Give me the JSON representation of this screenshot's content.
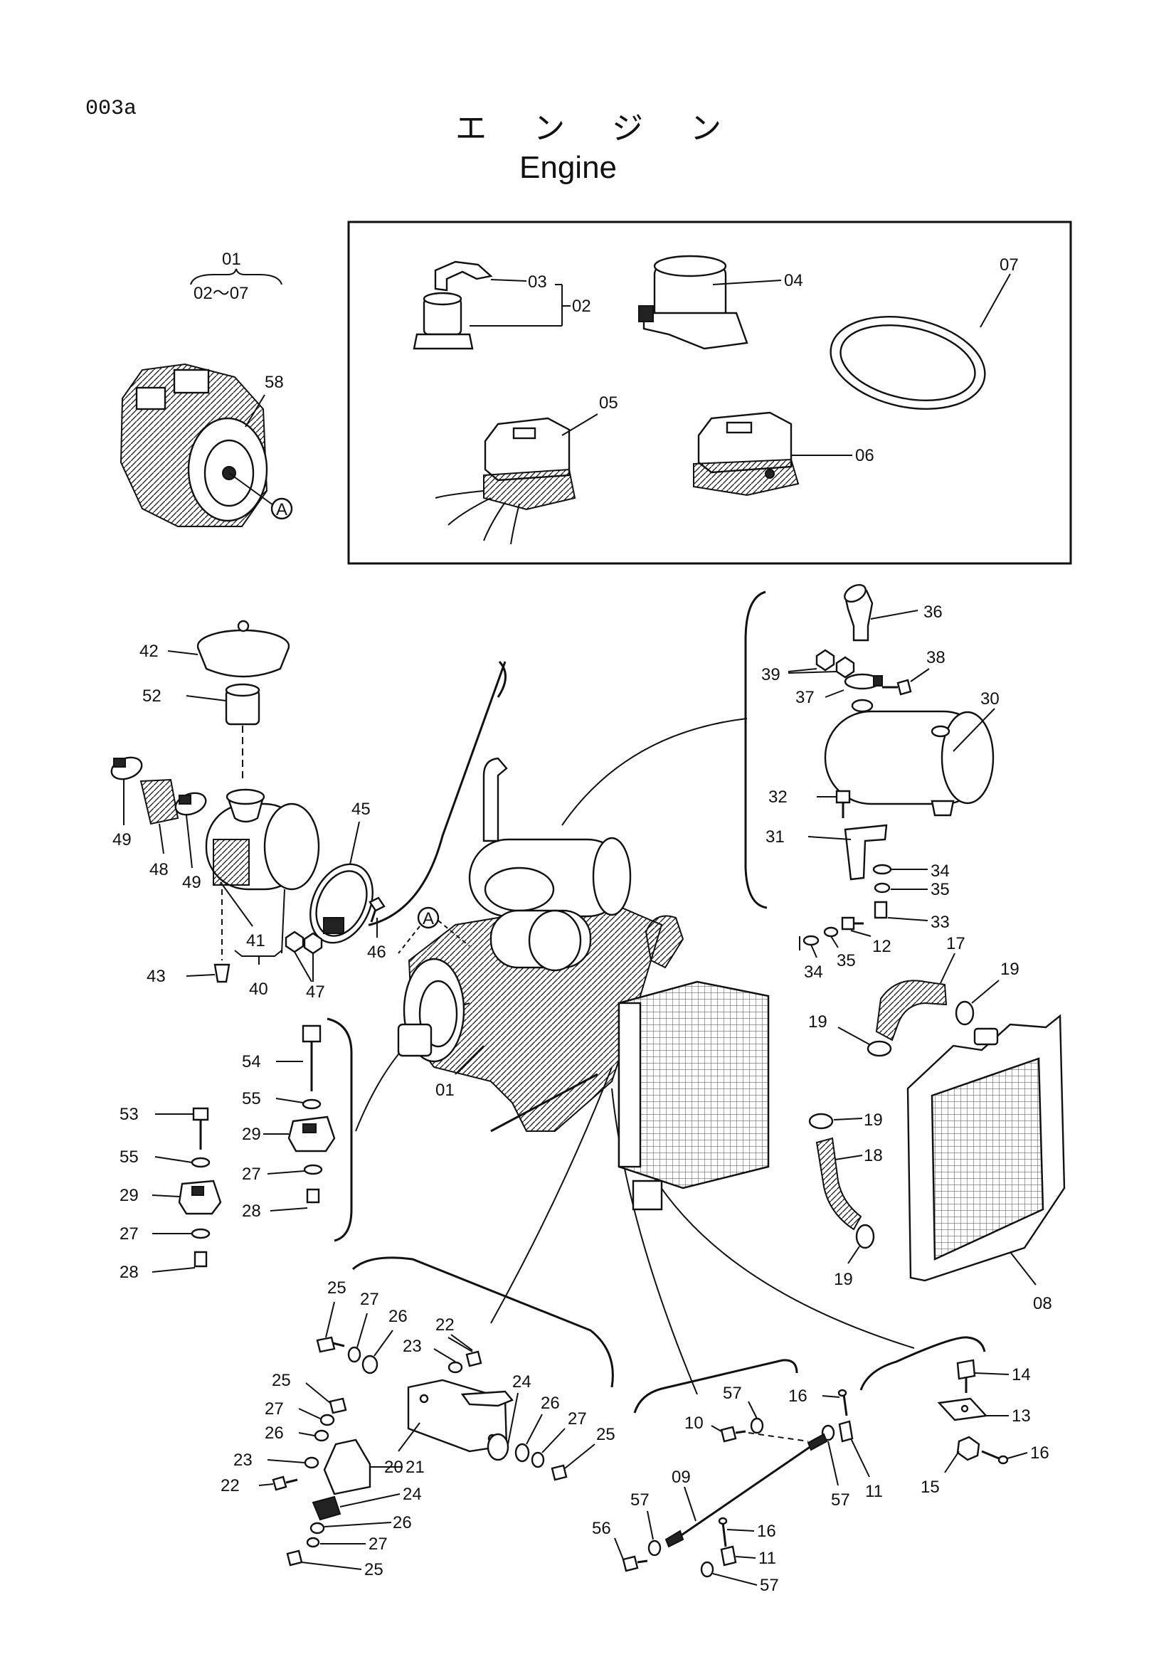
{
  "page": {
    "code": "003a"
  },
  "title": {
    "japanese": "エ ン ジ ン",
    "english": "Engine"
  },
  "assembly_note": {
    "top": "01",
    "bottom": "02〜07"
  },
  "callout_mark": "A",
  "labels": {
    "p01": "01",
    "p02": "02",
    "p03": "03",
    "p04": "04",
    "p05": "05",
    "p06": "06",
    "p07": "07",
    "p08": "08",
    "p09": "09",
    "p10": "10",
    "p11a": "11",
    "p11b": "11",
    "p12": "12",
    "p13": "13",
    "p14": "14",
    "p15": "15",
    "p16a": "16",
    "p16b": "16",
    "p16c": "16",
    "p17": "17",
    "p18": "18",
    "p19a": "19",
    "p19b": "19",
    "p19c": "19",
    "p19d": "19",
    "p20": "20",
    "p21": "21",
    "p22a": "22",
    "p22b": "22",
    "p23a": "23",
    "p23b": "23",
    "p24a": "24",
    "p24b": "24",
    "p25a": "25",
    "p25b": "25",
    "p25c": "25",
    "p25d": "25",
    "p26a": "26",
    "p26b": "26",
    "p26c": "26",
    "p26d": "26",
    "p27a": "27",
    "p27b": "27",
    "p27c": "27",
    "p27d": "27",
    "p27e": "27",
    "p27f": "27",
    "p28a": "28",
    "p28b": "28",
    "p29a": "29",
    "p29b": "29",
    "p30": "30",
    "p31": "31",
    "p32": "32",
    "p33": "33",
    "p34a": "34",
    "p34b": "34",
    "p35a": "35",
    "p35b": "35",
    "p36": "36",
    "p37": "37",
    "p38": "38",
    "p39": "39",
    "p40": "40",
    "p41": "41",
    "p42": "42",
    "p43": "43",
    "p45": "45",
    "p46": "46",
    "p47": "47",
    "p48": "48",
    "p49a": "49",
    "p49b": "49",
    "p52": "52",
    "p53": "53",
    "p54": "54",
    "p55a": "55",
    "p55b": "55",
    "p56": "56",
    "p57a": "57",
    "p57b": "57",
    "p57c": "57",
    "p57d": "57",
    "p58": "58"
  }
}
